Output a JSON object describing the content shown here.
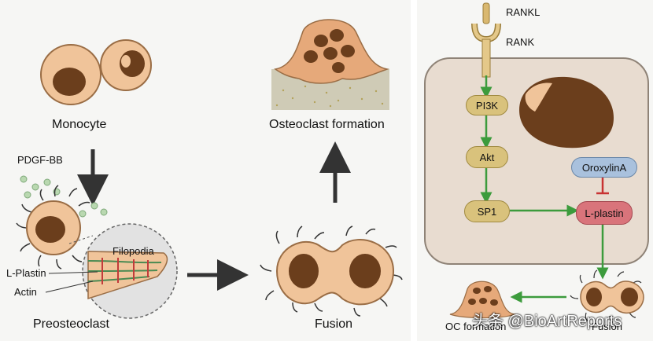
{
  "left": {
    "monocyte_label": "Monocyte",
    "pdgf_label": "PDGF-BB",
    "filopodia_label": "Filopodia",
    "lplastin_label": "L-Plastin",
    "actin_label": "Actin",
    "preosteoclast_label": "Preosteoclast",
    "fusion_label": "Fusion",
    "osteoclast_label": "Osteoclast formation"
  },
  "right": {
    "rankl_label": "RANKL",
    "rank_label": "RANK",
    "nodes": {
      "pi3k": "PI3K",
      "akt": "Akt",
      "sp1": "SP1",
      "oroxylina": "OroxylinA",
      "lplastin": "L-plastin"
    },
    "oc_label": "OC formation",
    "fusion_label": "Fusion"
  },
  "watermark": "头条 @BioArtReports",
  "colors": {
    "cell_fill": "#f0c49a",
    "nucleus": "#6b3e1c",
    "node_tan": "#d9c27c",
    "node_blue": "#a9c1dd",
    "node_red": "#d9747b",
    "arrow_green": "#3c9b3c",
    "inhibit_red": "#c83232",
    "cytoplasm": "#e8dcd0"
  }
}
